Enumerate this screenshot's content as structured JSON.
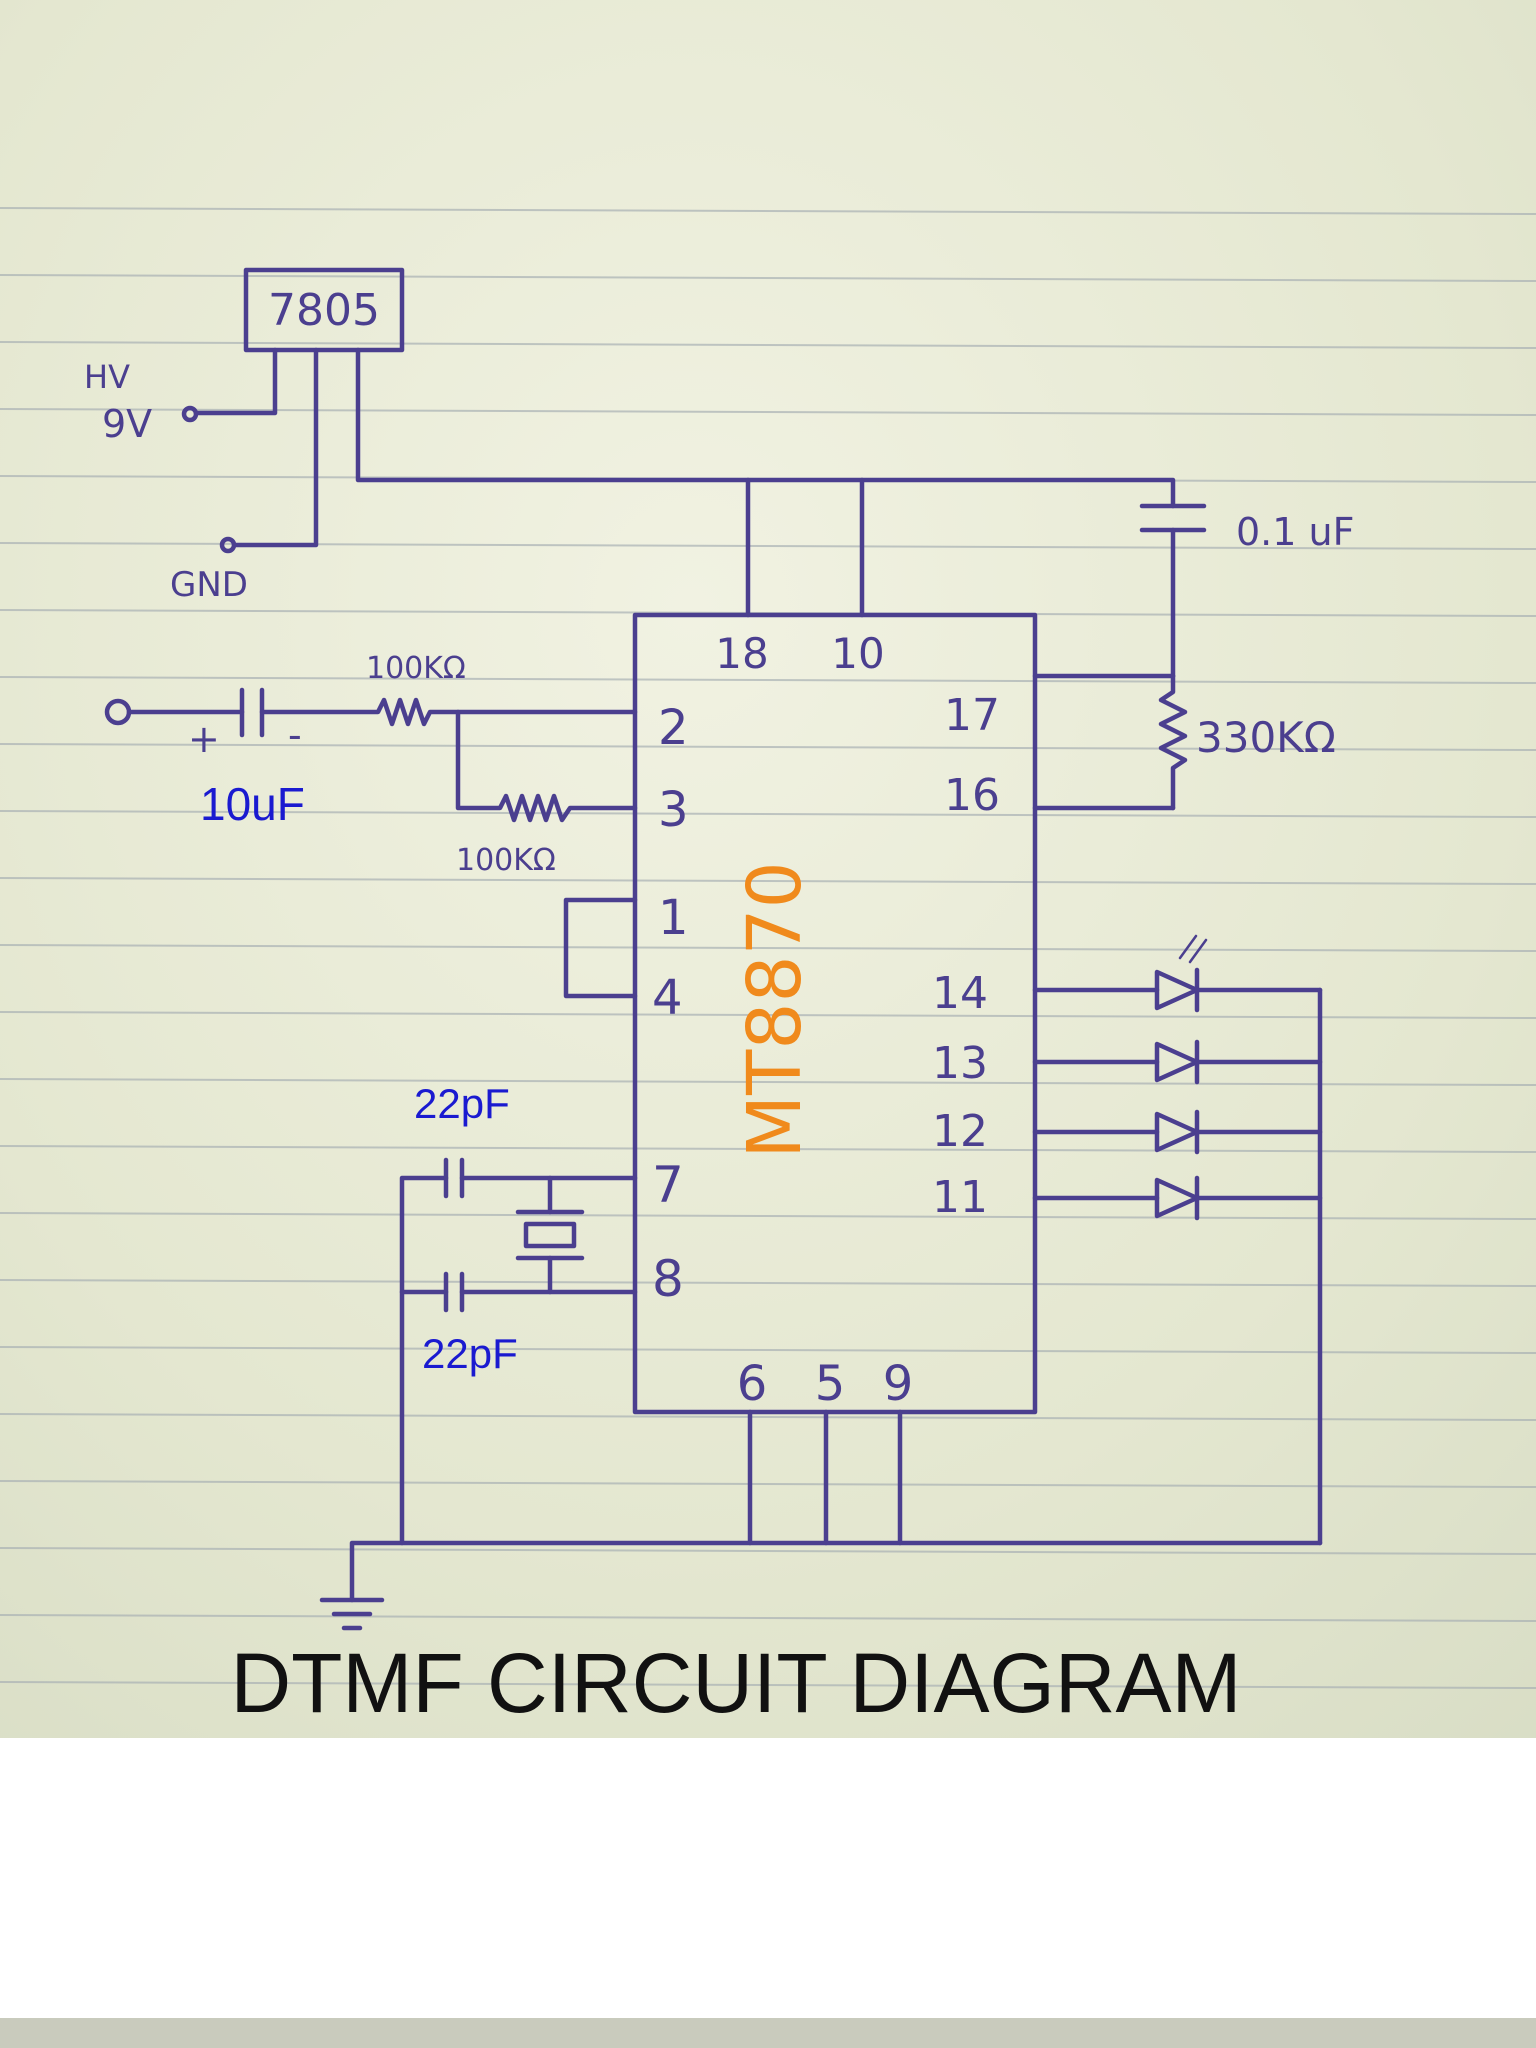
{
  "title": "DTMF CIRCUIT DIAGRAM",
  "regulator": {
    "label": "7805"
  },
  "power": {
    "input_label_1": "HV",
    "input_label_2": "9V",
    "ground_label": "GND"
  },
  "ic": {
    "label": "MT8870",
    "pins": {
      "p18": "18",
      "p10": "10",
      "p2": "2",
      "p3": "3",
      "p1": "1",
      "p4": "4",
      "p7": "7",
      "p8": "8",
      "p17": "17",
      "p16": "16",
      "p14": "14",
      "p13": "13",
      "p12": "12",
      "p11": "11",
      "p6": "6",
      "p5": "5",
      "p9": "9"
    }
  },
  "components": {
    "input_cap": "10uF",
    "input_cap_plus": "+",
    "input_cap_minus": "-",
    "resistor_in_1": "100KΩ",
    "resistor_in_2": "100KΩ",
    "cap_top": "0.1 uF",
    "resistor_fb": "330KΩ",
    "crystal_cap_1": "22pF",
    "crystal_cap_2": "22pF"
  },
  "colors": {
    "ink": "#4b3f8f",
    "ic_label": "#f08a1c",
    "annotation": "#1a1ad0",
    "title": "#111111",
    "paper": "#e3e6cf",
    "rule_lines": "#a9b1b4"
  }
}
